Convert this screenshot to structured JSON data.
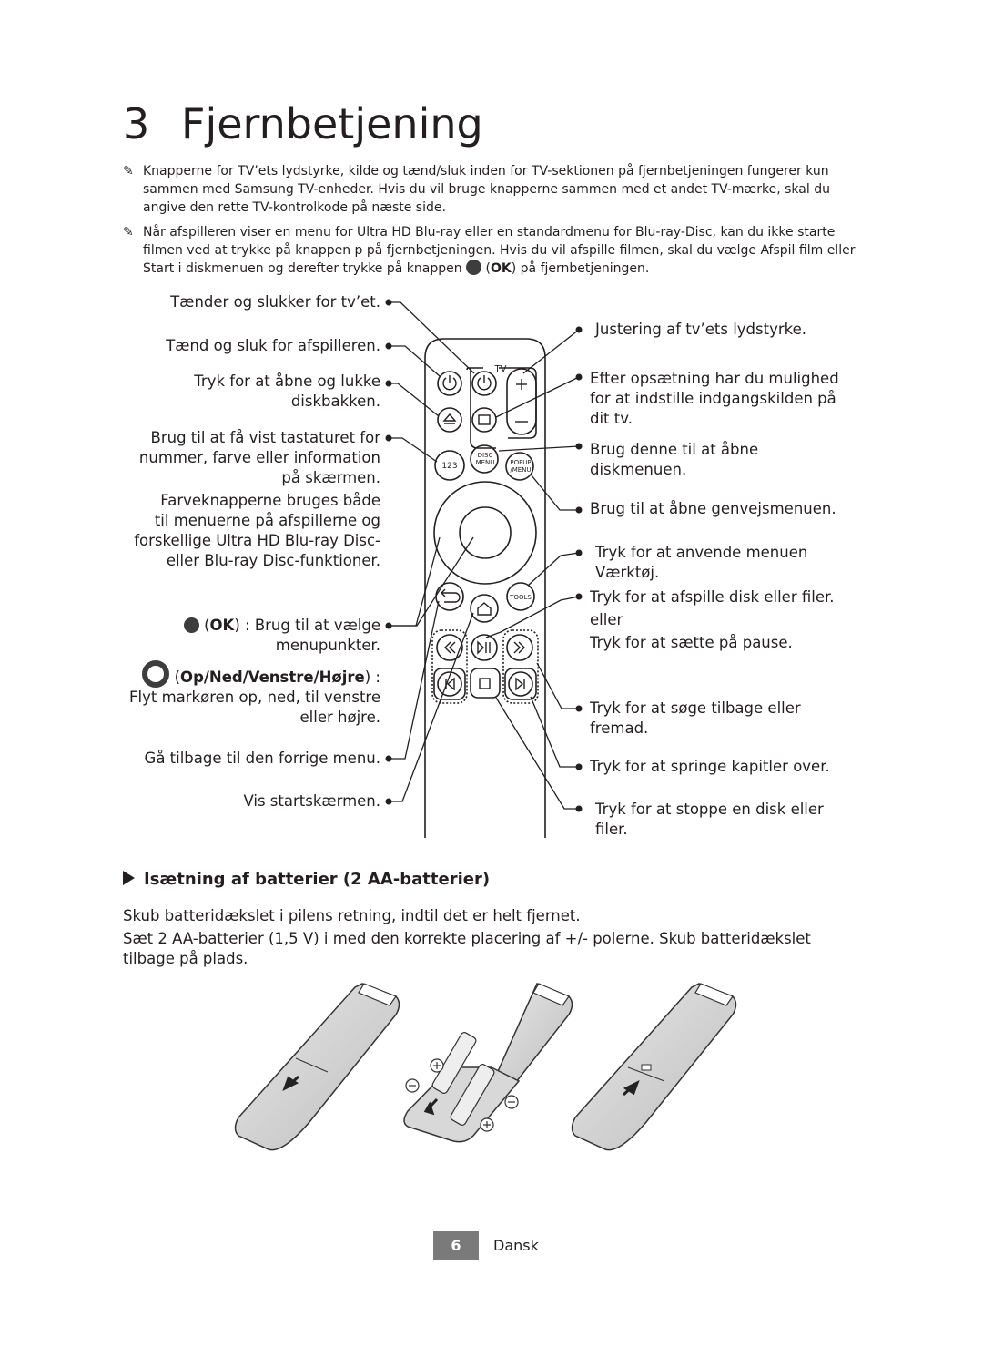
{
  "chapter": {
    "number": "3",
    "title": "Fjernbetjening"
  },
  "notes": [
    {
      "icon": "pencil-note-icon",
      "text": "Knapperne for TV’ets lydstyrke, kilde og tænd/sluk inden for TV-sektionen på fjernbetjeningen fungerer kun sammen med Samsung TV-enheder. Hvis du vil bruge knapperne sammen med et andet TV-mærke, skal du angive den rette TV-kontrolkode på næste side."
    },
    {
      "icon": "pencil-note-icon",
      "text_before": "Når afspilleren viser en menu for Ultra HD Blu-ray eller en standardmenu for Blu-ray-Disc, kan du ikke starte filmen ved at trykke på knappen p på fjernbetjeningen. Hvis du vil afspille filmen, skal du vælge Afspil film eller Start i diskmenuen og derefter trykke på knappen ",
      "ok": "OK",
      "text_after": " på fjernbetjeningen."
    }
  ],
  "left_labels": {
    "power_tv": "Tænder og slukker for tv’et.",
    "power_player": "Tænd og sluk for afspilleren.",
    "eject_1": "Tryk for at åbne og lukke",
    "eject_2": "diskbakken.",
    "n123_1": "Brug til at få vist tastaturet for",
    "n123_2": "nummer, farve eller information",
    "n123_3": "på skærmen.",
    "color_1": "Farveknapperne bruges både",
    "color_2": "til menuerne på afspillerne og",
    "color_3": "forskellige Ultra HD Blu-ray Disc-",
    "color_4": "eller Blu-ray Disc-funktioner.",
    "ok_key": "OK",
    "ok_1": " : Brug til at vælge",
    "ok_2": "menupunkter.",
    "dir_key": "Op/Ned/Venstre/Højre",
    "dir_suffix": " :",
    "dir_1": "Flyt markøren op, ned, til venstre",
    "dir_2": "eller højre.",
    "back": "Gå tilbage til den forrige menu.",
    "home": "Vis startskærmen."
  },
  "right_labels": {
    "volume": "Justering af tv’ets lydstyrke.",
    "source_1": "Efter opsætning har du mulighed",
    "source_2": "for at indstille indgangskilden på",
    "source_3": "dit tv.",
    "disc_1": "Brug denne til at åbne",
    "disc_2": "diskmenuen.",
    "popup": "Brug til at åbne genvejsmenuen.",
    "tools_1": "Tryk for at anvende menuen",
    "tools_2": "Værktøj.",
    "play_1": "Tryk for at afspille disk eller filer.",
    "play_2": "eller",
    "play_3": "Tryk for at sætte på pause.",
    "search_1": "Tryk for at søge tilbage eller",
    "search_2": "fremad.",
    "skip": "Tryk for at springe kapitler over.",
    "stop_1": "Tryk for at stoppe en disk eller",
    "stop_2": "filer."
  },
  "remote": {
    "tv_label": "TV",
    "btn_123": "123",
    "btn_disc_1": "DISC",
    "btn_disc_2": "MENU",
    "btn_popup_1": "POPUP",
    "btn_popup_2": "/MENU",
    "btn_tools": "TOOLS"
  },
  "battery_section": {
    "heading": "Isætning af batterier (2 AA-batterier)",
    "para1": "Skub batteridækslet i pilens retning, indtil det er helt fjernet.",
    "para2": "Sæt 2 AA-batterier (1,5 V) i med den korrekte placering af +/- polerne. Skub batteridækslet tilbage på plads."
  },
  "footer": {
    "page_number": "6",
    "language": "Dansk"
  }
}
